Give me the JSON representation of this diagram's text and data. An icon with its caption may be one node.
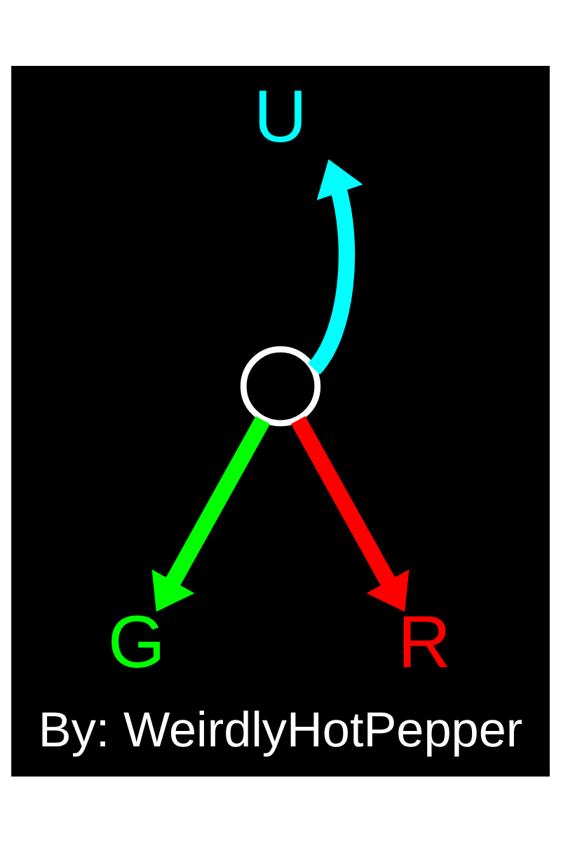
{
  "diagram": {
    "caption": "By: WeirdlyHotPepper",
    "nodes": [
      {
        "text": [],
        "shape": "circle"
      },
      {
        "text": [
          "U"
        ]
      },
      {
        "text": [
          "G"
        ]
      },
      {
        "text": [
          "R"
        ]
      }
    ],
    "edges": [
      {
        "from": 0,
        "to": 1,
        "arrow": "to",
        "color": "#00ffff"
      },
      {
        "from": 0,
        "to": 2,
        "arrow": "to",
        "color": "#00ff00"
      },
      {
        "from": 0,
        "to": 3,
        "arrow": "to",
        "color": "#ff0000"
      }
    ]
  }
}
